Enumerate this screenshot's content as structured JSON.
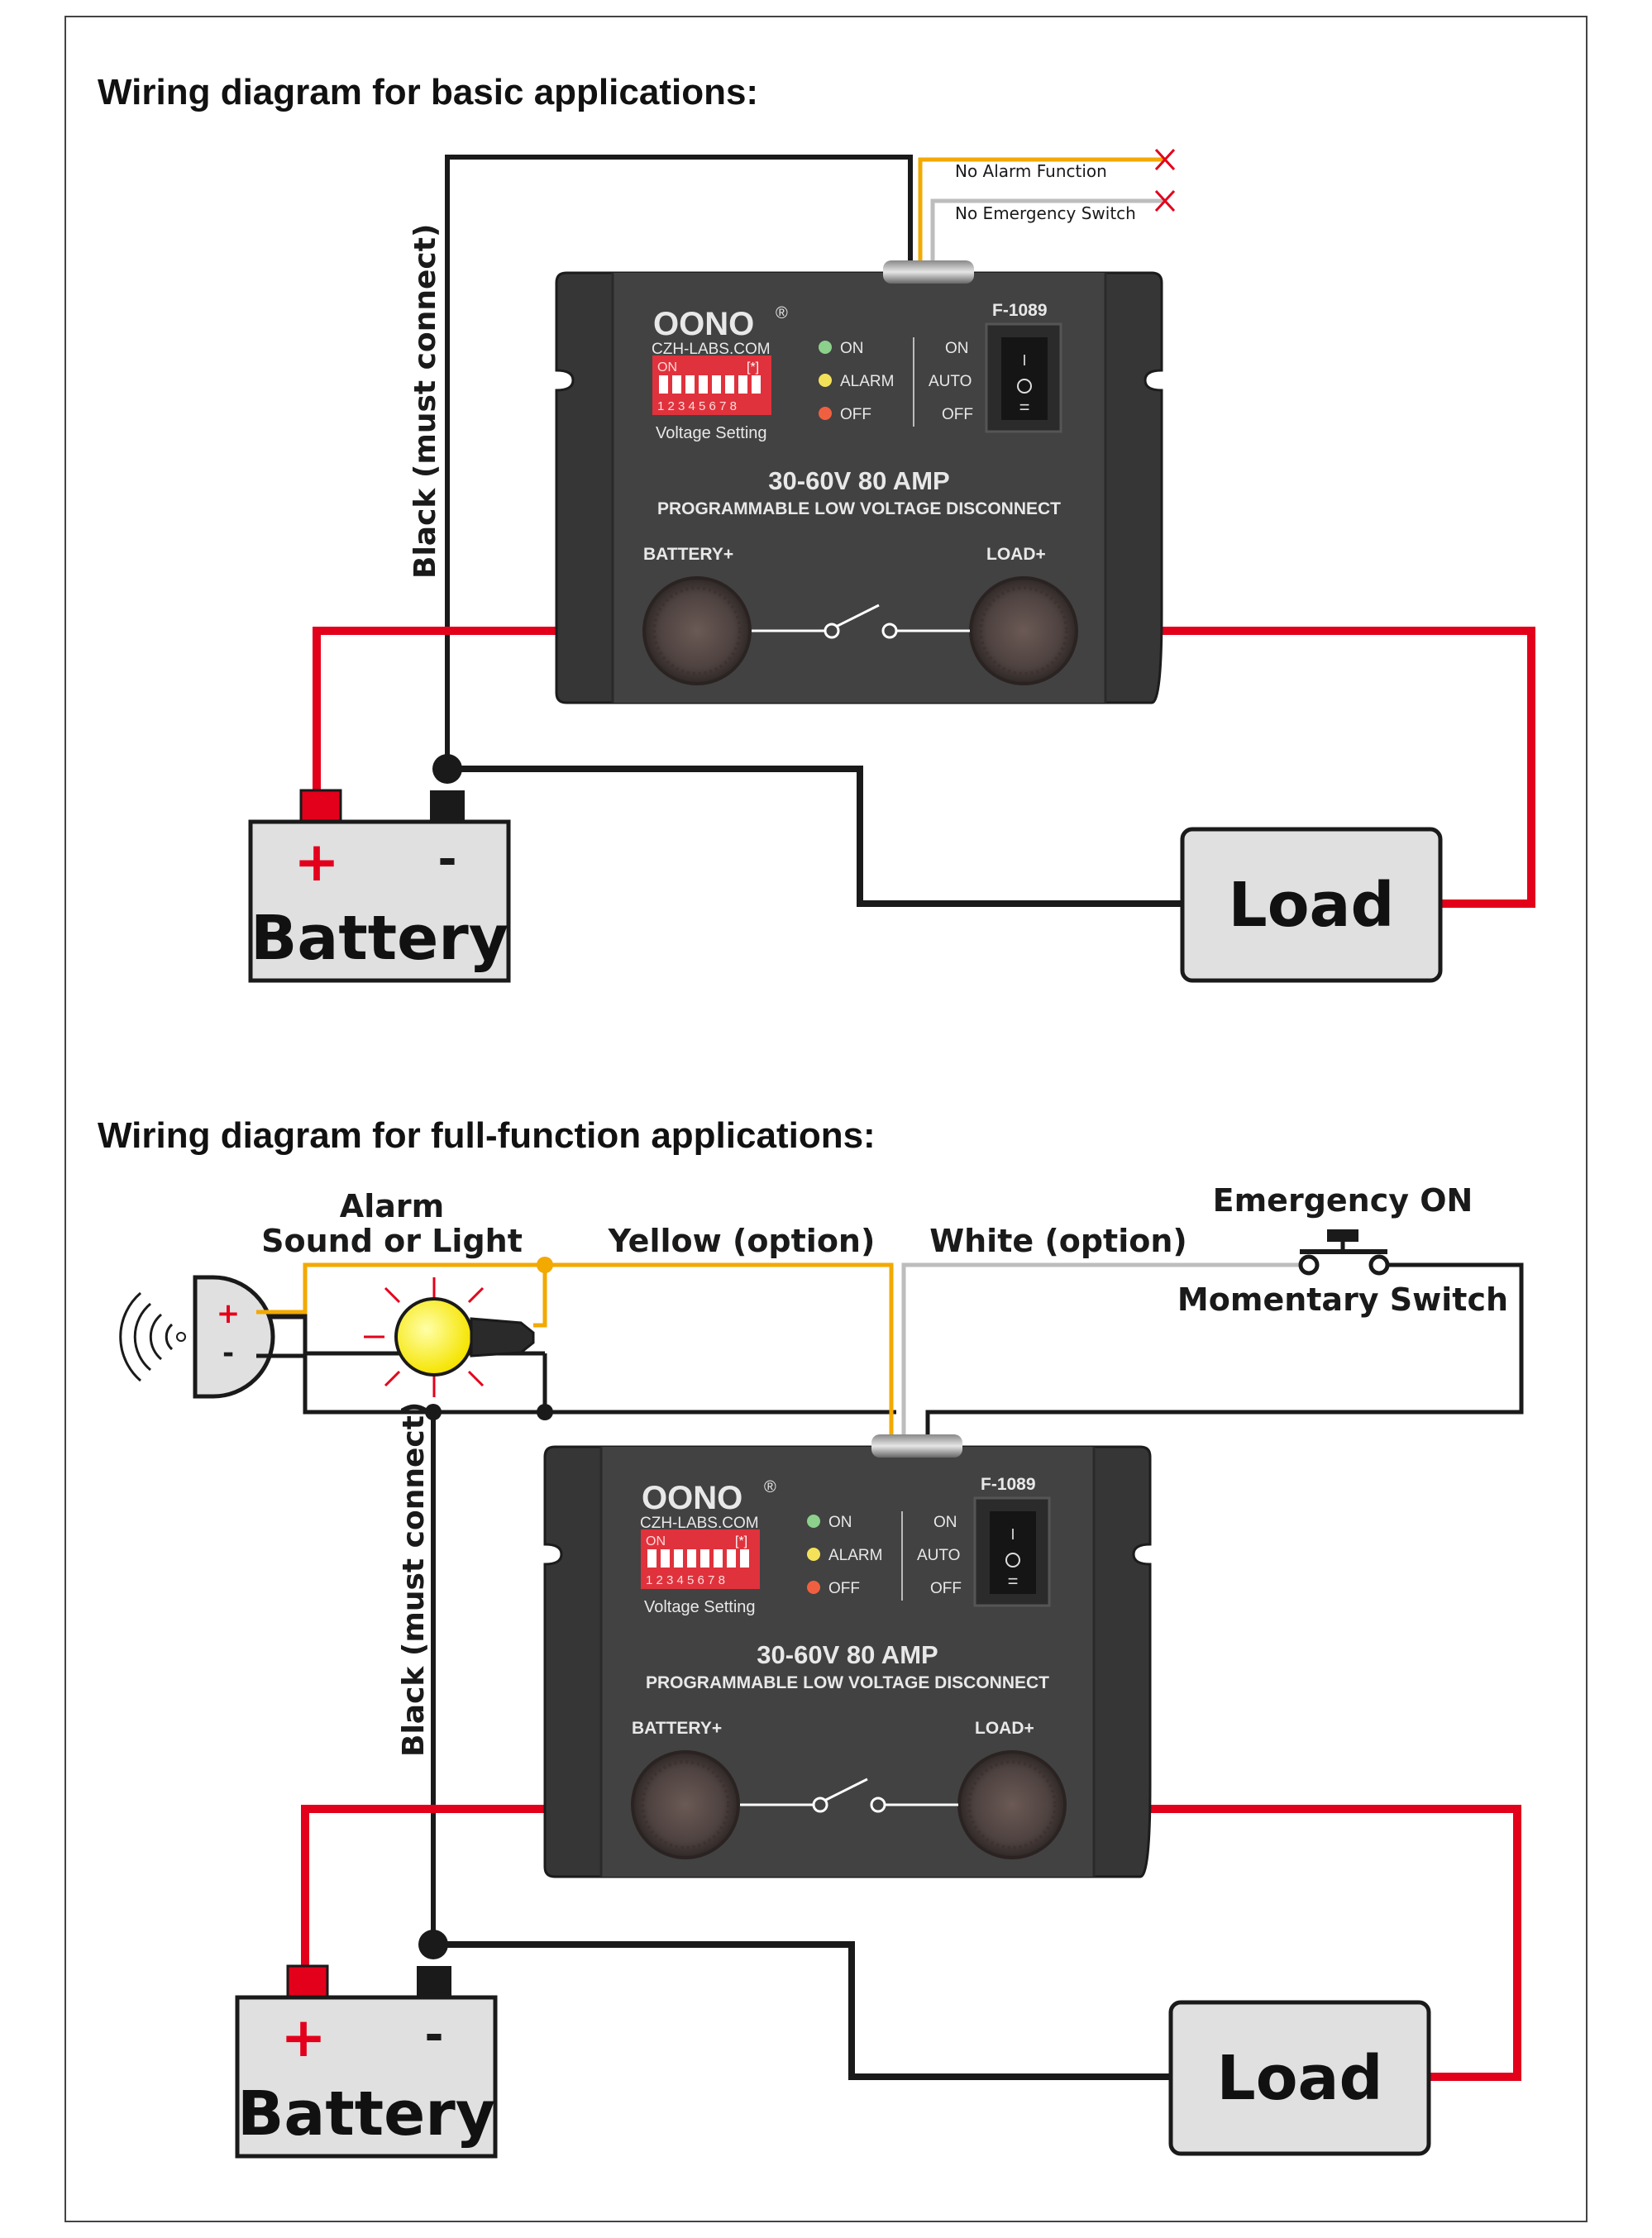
{
  "diagram1": {
    "title": "Wiring diagram for basic applications:",
    "ground_label": "Black (must connect)",
    "no_alarm": "No Alarm Function",
    "no_switch": "No Emergency Switch"
  },
  "diagram2": {
    "title": "Wiring diagram for full-function applications:",
    "ground_label": "Black (must connect)",
    "alarm_title": "Alarm",
    "alarm_sub": "Sound or Light",
    "yellow": "Yellow (option)",
    "white": "White (option)",
    "emergency_on": "Emergency ON",
    "momentary": "Momentary Switch"
  },
  "device": {
    "brand": "OONO",
    "reg": "®",
    "site": "CZH-LABS.COM",
    "dip_on": "ON",
    "dip_mark": "[*]",
    "dip_nums": "1 2 3 4 5 6 7 8",
    "voltage_setting": "Voltage Setting",
    "led_on": "ON",
    "led_alarm": "ALARM",
    "led_off": "OFF",
    "model": "F-1089",
    "sw_on": "ON",
    "sw_auto": "AUTO",
    "sw_off": "OFF",
    "rating": "30-60V 80 AMP",
    "desc": "PROGRAMMABLE LOW VOLTAGE DISCONNECT",
    "battery_term": "BATTERY+",
    "load_term": "LOAD+"
  },
  "battery": {
    "label": "Battery",
    "plus": "+",
    "minus": "-"
  },
  "load": {
    "label": "Load"
  },
  "horn": {
    "plus": "+",
    "minus": "-"
  },
  "colors": {
    "red_wire": "#e3001b",
    "black_wire": "#1a1a1a",
    "yellow_wire": "#f2a900",
    "white_wire": "#bdbdbd",
    "device_body": "#3a3a3a",
    "box_fill": "#e0e0e0"
  }
}
